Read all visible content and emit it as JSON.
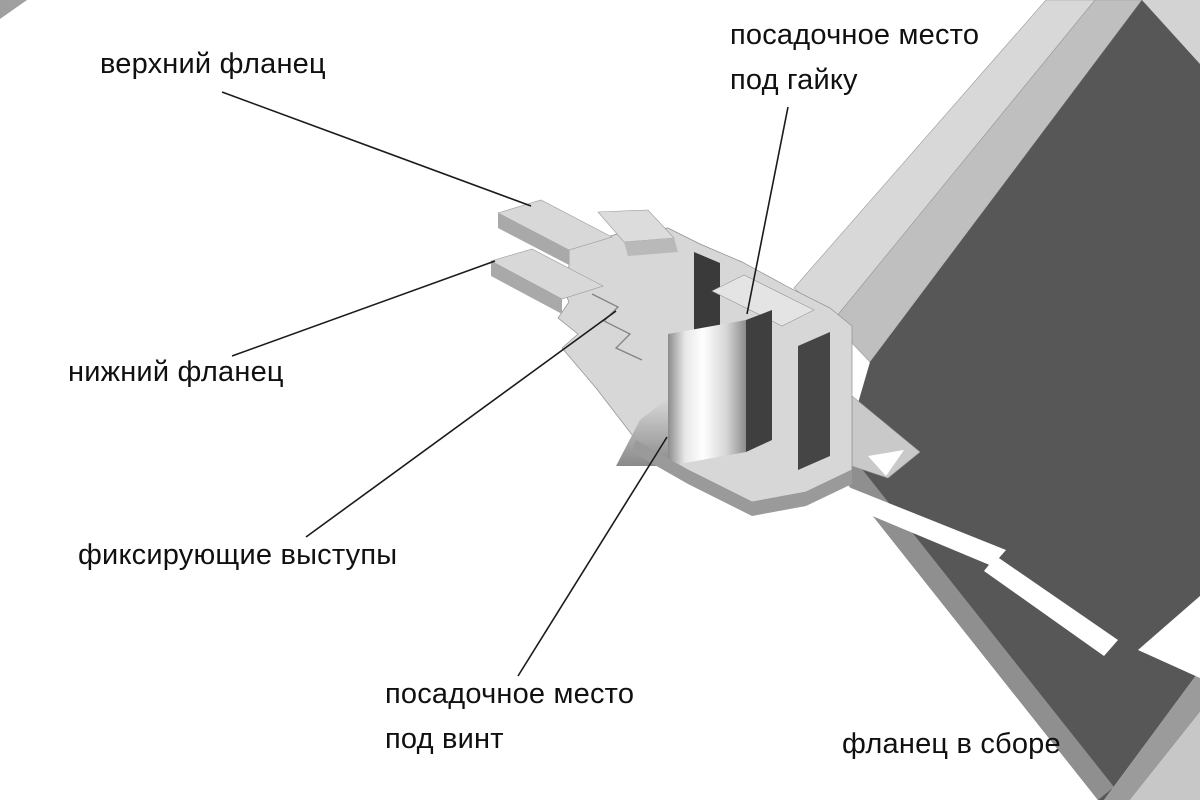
{
  "diagram": {
    "type": "technical-illustration",
    "labels": {
      "upper_flange": "верхний фланец",
      "nut_seat_line1": "посадочное место",
      "nut_seat_line2": "под гайку",
      "lower_flange": "нижний фланец",
      "fixing_lugs": "фиксирующие выступы",
      "screw_seat_line1": "посадочное место",
      "screw_seat_line2": "под винт",
      "assembled_flange": "фланец в сборе"
    },
    "colors": {
      "background": "#ffffff",
      "light_metal": "#d7d7d7",
      "mid_metal": "#a6a6a6",
      "dark_metal": "#575757",
      "section_dark": "#3a3a3a",
      "leader_line": "#1b1b1b",
      "text": "#101010"
    }
  }
}
